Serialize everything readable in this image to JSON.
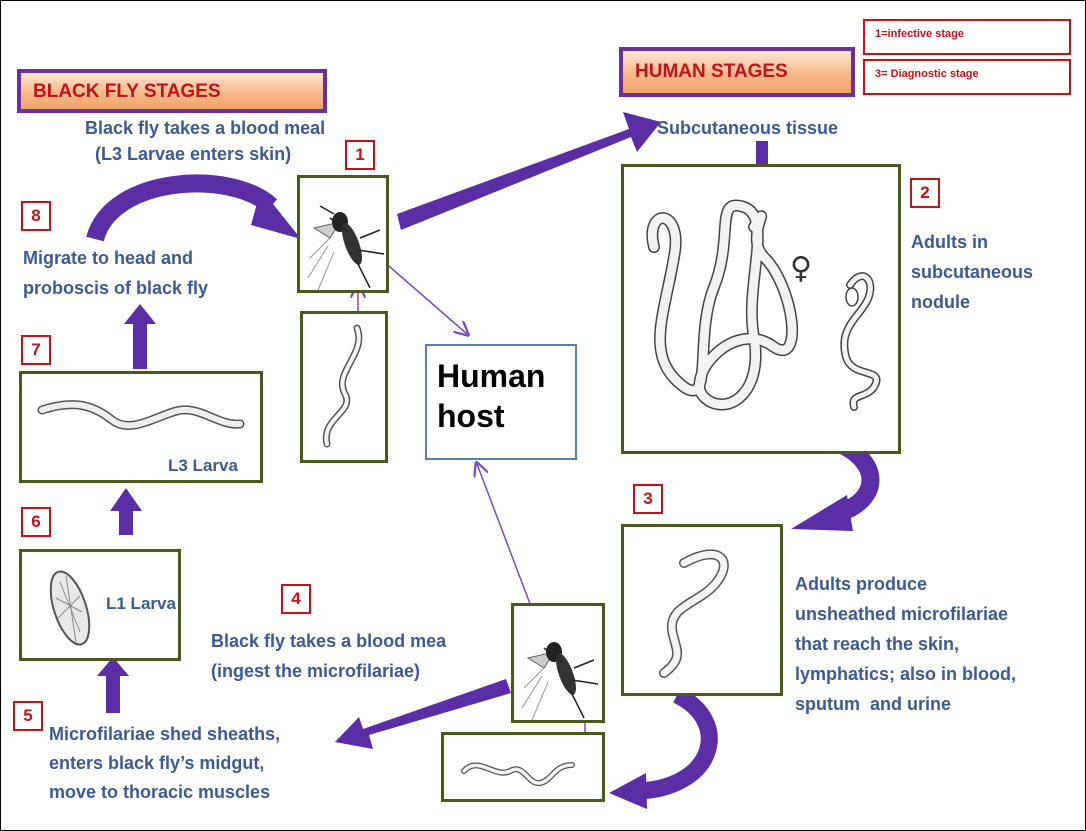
{
  "headers": {
    "black_fly": "BLACK FLY STAGES",
    "human": "HUMAN STAGES"
  },
  "legend": {
    "infective": "1=infective stage",
    "diagnostic": "3= Diagnostic stage"
  },
  "steps": {
    "s1": "1",
    "s2": "2",
    "s3": "3",
    "s4": "4",
    "s5": "5",
    "s6": "6",
    "s7": "7",
    "s8": "8"
  },
  "labels": {
    "blood_meal_top": "Black fly takes a blood meal\n  (L3 Larvae enters skin)",
    "subcutaneous": "Subcutaneous tissue",
    "adults_nodule": "Adults in\nsubcutaneous\nnodule",
    "adults_produce": "Adults produce\nunsheathed microfilariae\nthat reach the skin,\nlymphatics; also in blood,\nsputum  and urine",
    "blood_meal_bottom": "Black fly takes a blood mea\n(ingest the microfilariae)",
    "shed_sheaths": "Microfilariae shed sheaths,\nenters black fly’s midgut,\nmove to thoracic muscles",
    "migrate": "Migrate to head and\nproboscis of black fly"
  },
  "box_labels": {
    "l3": "L3 Larva",
    "l1": "L1 Larva"
  },
  "center": {
    "host": "Human\nhost"
  },
  "symbols": {
    "female": "♀"
  },
  "colors": {
    "header_border": "#6b2fa0",
    "header_text": "#c0141c",
    "number_border": "#c0141c",
    "label_text": "#3d5a94",
    "arrow": "#5b2ea6",
    "box_border": "#4a5a1c",
    "host_border": "#5b7fb0"
  },
  "icons": [
    "black-fly-icon",
    "worm-icon",
    "female-symbol-icon"
  ]
}
